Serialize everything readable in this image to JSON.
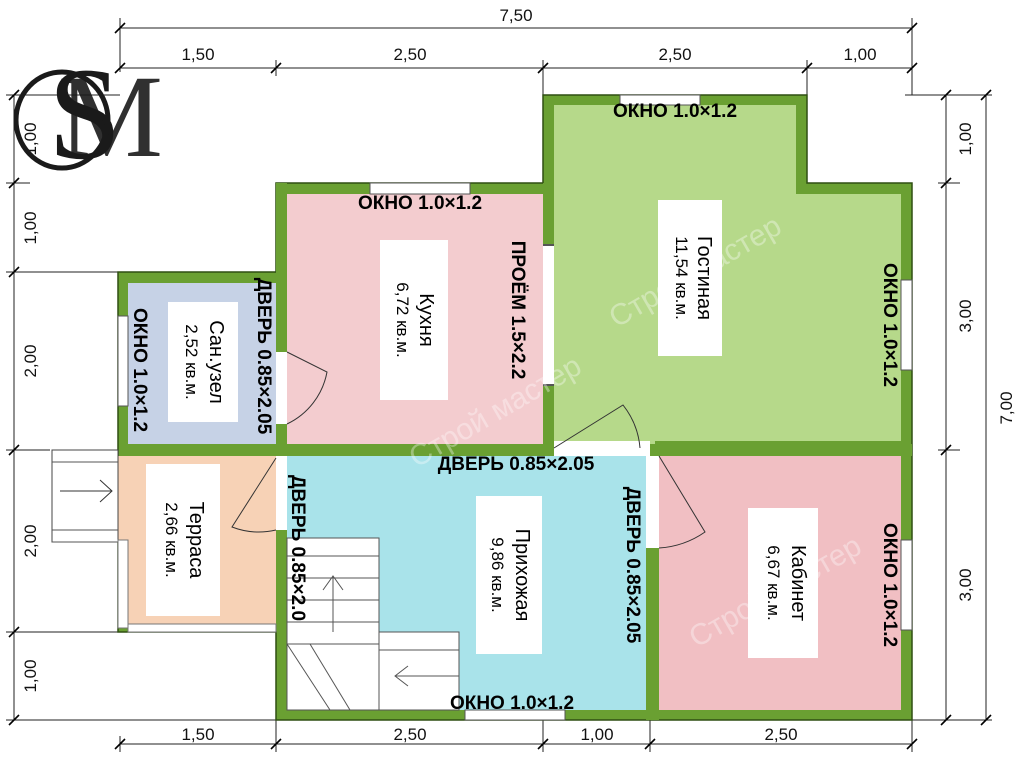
{
  "logo": {
    "text": "SM"
  },
  "watermark": "Строй мастер",
  "dimensions": {
    "top_total": "7,50",
    "top_1": "1,50",
    "top_2": "2,50",
    "top_3": "2,50",
    "top_4": "1,00",
    "bottom_1": "1,50",
    "bottom_2": "2,50",
    "bottom_3": "1,00",
    "bottom_4": "2,50",
    "left_1": "1,00",
    "left_2": "1,00",
    "left_3": "2,00",
    "left_4": "2,00",
    "left_5": "1,00",
    "right_1": "1,00",
    "right_2": "3,00",
    "right_3": "3,00",
    "right_total": "7,00"
  },
  "rooms": {
    "bathroom": {
      "name": "Сан.узел",
      "area": "2,52 кв.м."
    },
    "kitchen": {
      "name": "Кухня",
      "area": "6,72 кв.м."
    },
    "living": {
      "name": "Гостиная",
      "area": "11,54 кв.м."
    },
    "terrace": {
      "name": "Терраса",
      "area": "2,66 кв.м."
    },
    "hallway": {
      "name": "Прихожая",
      "area": "9,86 кв.м."
    },
    "office": {
      "name": "Кабинет",
      "area": "6,67 кв.м."
    }
  },
  "openings": {
    "window_living_top": "ОКНО 1.0×1.2",
    "window_kitchen_top": "ОКНО 1.0×1.2",
    "window_living_right": "ОКНО 1.0×1.2",
    "window_bathroom_left": "ОКНО 1.0×1.2",
    "window_office_right": "ОКНО 1.0×1.2",
    "window_hallway_bottom": "ОКНО 1.0×1.2",
    "passage_kitchen_living": "ПРОЁМ 1.5×2.2",
    "door_bathroom": "ДВЕРЬ 0.85×2.05",
    "door_living": "ДВЕРЬ 0.85×2.05",
    "door_office": "ДВЕРЬ 0.85×2.05",
    "door_terrace": "ДВЕРЬ 0.85×2.0"
  },
  "colors": {
    "wall": "#6aa032",
    "wall_edge": "#2f4f12",
    "living": "#b6d98a",
    "kitchen": "#f3cccf",
    "bathroom": "#c6d2e6",
    "terrace": "#f7d2b6",
    "hallway": "#a9e3ea",
    "office": "#f1bfc3",
    "stairs": "#ffffff"
  }
}
